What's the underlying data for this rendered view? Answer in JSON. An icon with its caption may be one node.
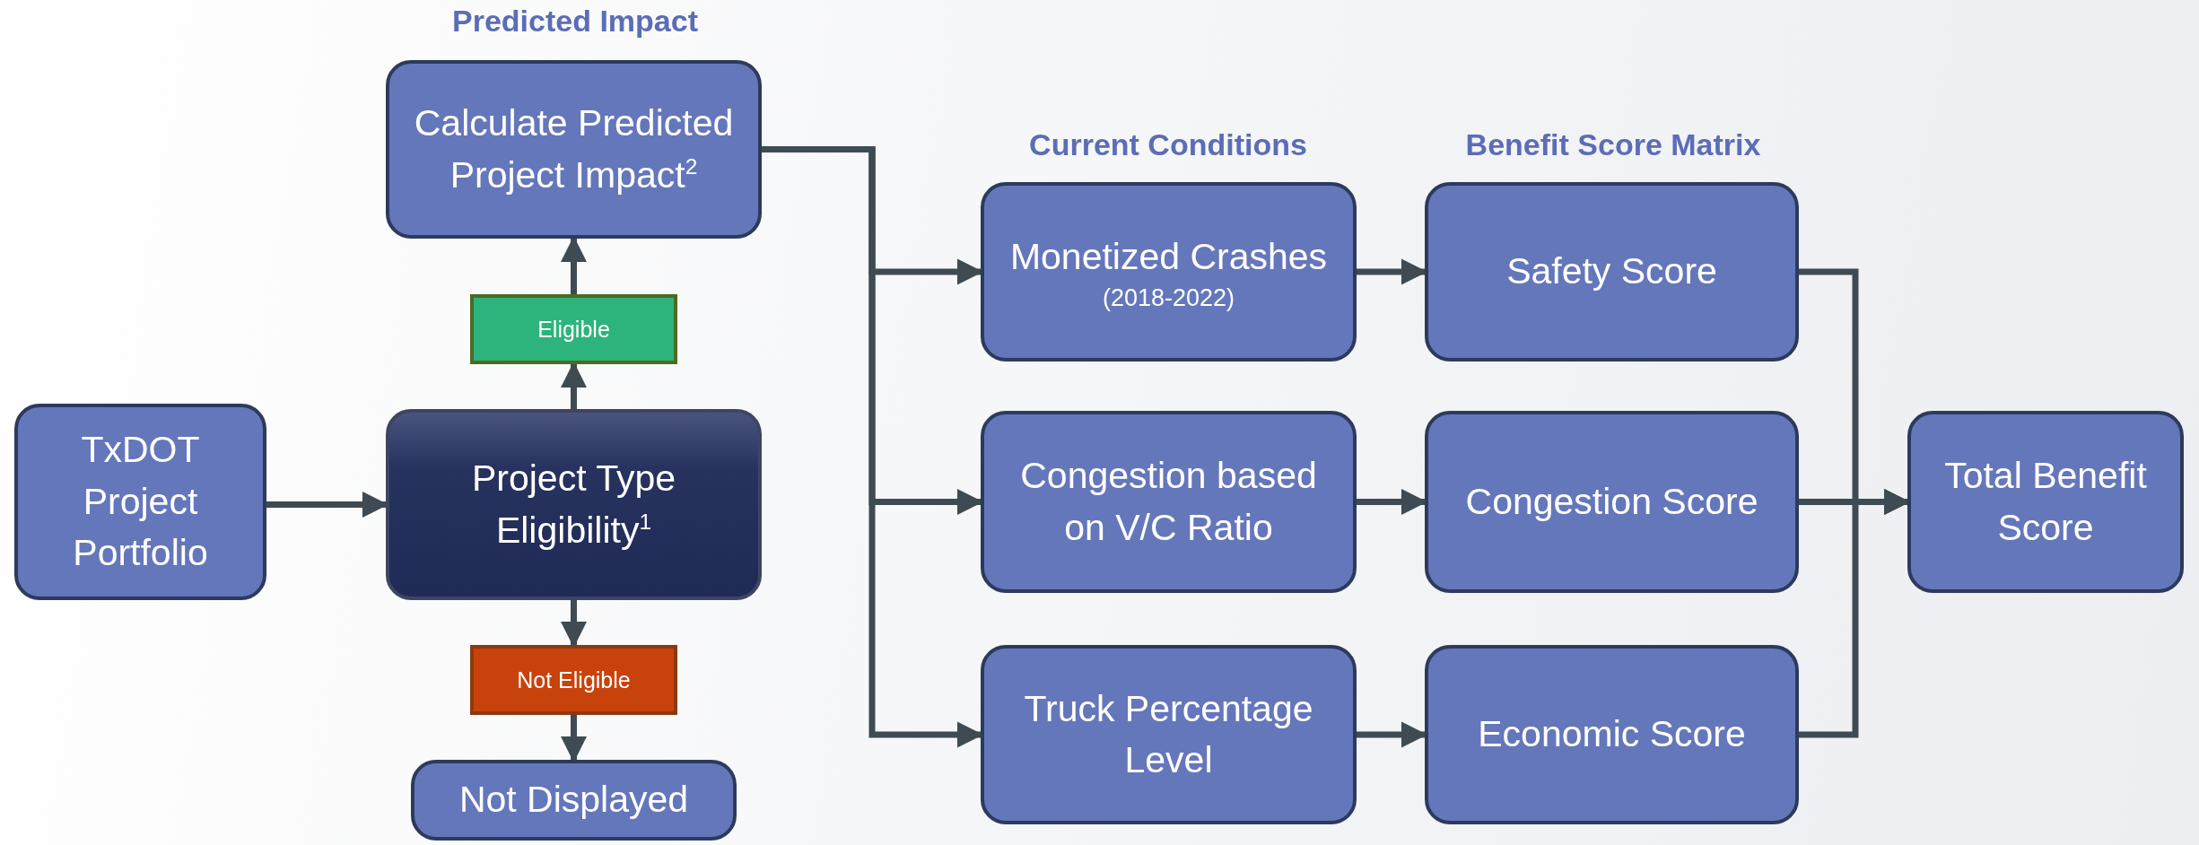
{
  "diagram": {
    "nodes": [
      {
        "text": [
          "TxDOT Project Portfolio"
        ]
      },
      {
        "text": [
          "Project Type Eligibility$^{1}$"
        ]
      },
      {
        "text": [
          "Eligible"
        ]
      },
      {
        "text": [
          "Calculate Predicted Project Impact$^{2}$"
        ]
      },
      {
        "text": [
          "Not Eligible"
        ]
      },
      {
        "text": [
          "Not Displayed"
        ]
      },
      {
        "text": [
          "Monetized Crashes",
          "(2018-2022)"
        ]
      },
      {
        "text": [
          "Congestion based on V/C Ratio"
        ]
      },
      {
        "text": [
          "Truck Percentage Level"
        ]
      },
      {
        "text": [
          "Safety Score"
        ]
      },
      {
        "text": [
          "Congestion Score"
        ]
      },
      {
        "text": [
          "Economic Score"
        ]
      },
      {
        "text": [
          "Total Benefit Score"
        ]
      }
    ],
    "edges": [
      {
        "from": 0,
        "to": 1,
        "arrow": "to"
      },
      {
        "from": 1,
        "to": 2,
        "arrow": "to"
      },
      {
        "from": 2,
        "to": 3,
        "arrow": "to"
      },
      {
        "from": 1,
        "to": 4,
        "arrow": "to"
      },
      {
        "from": 4,
        "to": 5,
        "arrow": "to"
      },
      {
        "from": 3,
        "to": 6,
        "arrow": "to"
      },
      {
        "from": 3,
        "to": 7,
        "arrow": "to"
      },
      {
        "from": 3,
        "to": 8,
        "arrow": "to"
      },
      {
        "from": 6,
        "to": 9,
        "arrow": "to"
      },
      {
        "from": 7,
        "to": 10,
        "arrow": "to"
      },
      {
        "from": 8,
        "to": 11,
        "arrow": "to"
      },
      {
        "from": 9,
        "to": 12,
        "arrow": "to"
      },
      {
        "from": 10,
        "to": 12,
        "arrow": "to"
      },
      {
        "from": 11,
        "to": 12,
        "arrow": "to"
      }
    ],
    "labels": [
      "Predicted Impact",
      "Current Conditions",
      "Benefit Score Matrix"
    ]
  }
}
